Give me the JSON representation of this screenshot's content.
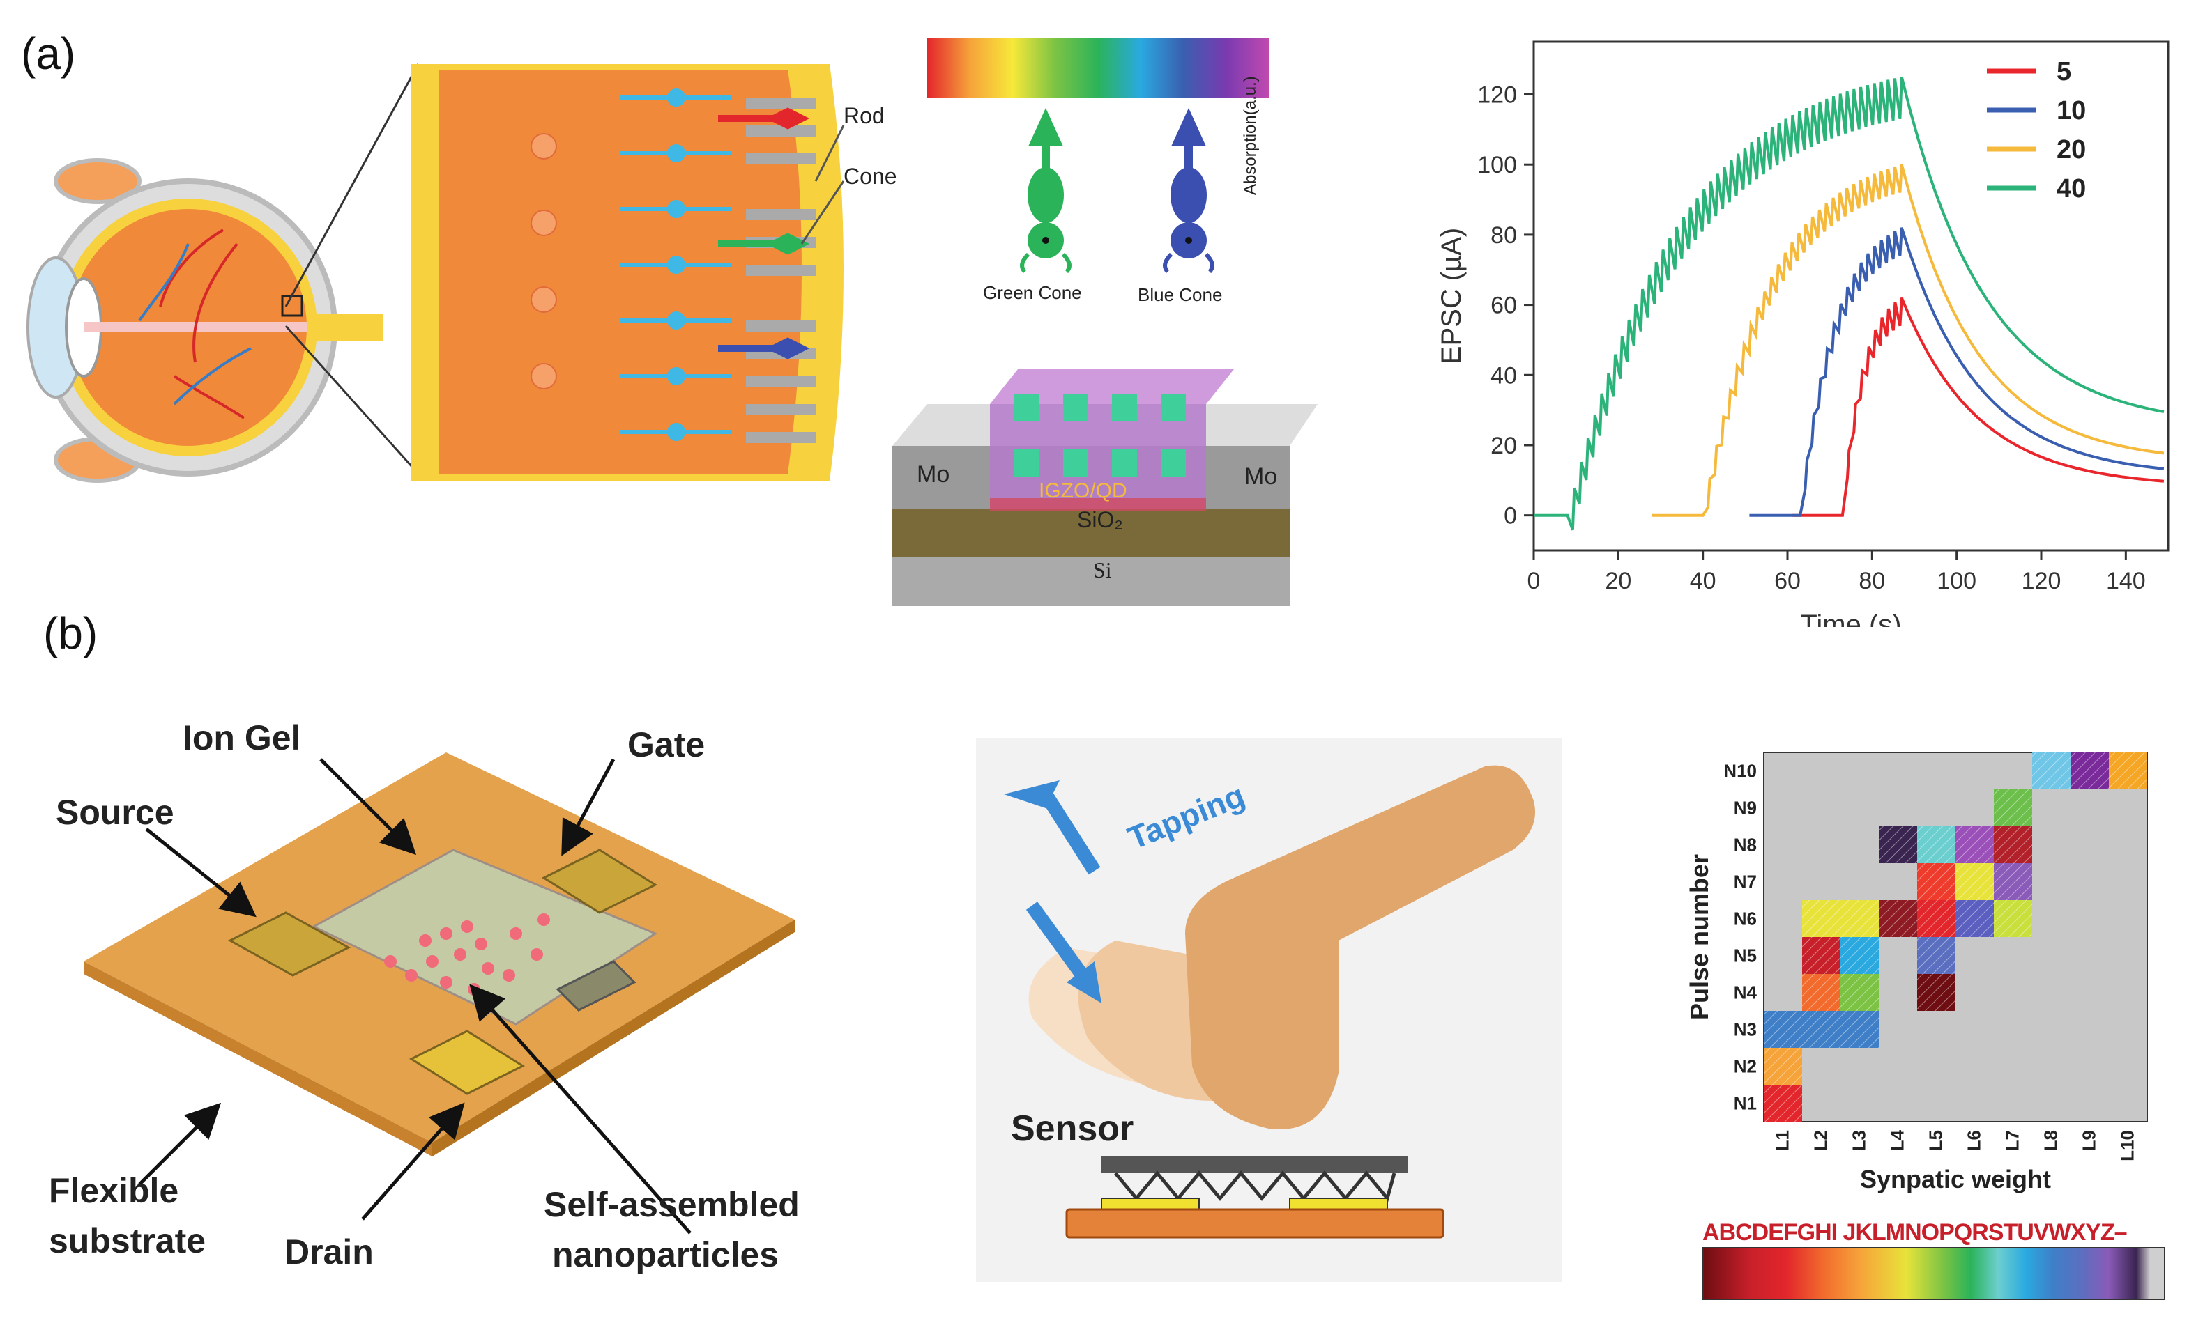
{
  "panels": {
    "a": "(a)",
    "b": "(b)"
  },
  "eye": {
    "rod": "Rod",
    "cone": "Cone"
  },
  "cones": {
    "green": "Green Cone",
    "blue": "Blue Cone",
    "absorption": "Absorption(a.u.)"
  },
  "device_a": {
    "mo_left": "Mo",
    "mo_right": "Mo",
    "channel": "IGZO/QD",
    "oxide": "SiO₂",
    "substrate": "Si"
  },
  "chart_data": [
    {
      "type": "line",
      "xlabel": "Time (s)",
      "ylabel": "EPSC (µA)",
      "xlim": [
        0,
        150
      ],
      "ylim": [
        -10,
        135
      ],
      "xticks": [
        0,
        20,
        40,
        60,
        80,
        100,
        120,
        140
      ],
      "yticks": [
        0,
        20,
        40,
        60,
        80,
        100,
        120
      ],
      "legend_position": "top-right",
      "series": [
        {
          "name": "5",
          "color": "#e8262c",
          "start": 73,
          "peak_time": 87,
          "peak": 62,
          "rise_end": 20,
          "tail": 8,
          "tau": 18
        },
        {
          "name": "10",
          "color": "#3a5fb0",
          "start": 63,
          "peak_time": 87,
          "peak": 82,
          "rise_end": 25,
          "tail": 11,
          "tau": 18
        },
        {
          "name": "20",
          "color": "#f5b93c",
          "start": 40,
          "peak_time": 87,
          "peak": 100,
          "rise_end": 40,
          "tail": 15,
          "tau": 18
        },
        {
          "name": "40",
          "color": "#2bb37a",
          "start": 8,
          "peak_time": 87,
          "peak": 125,
          "rise_end": 108,
          "tail": 25,
          "tau": 20
        }
      ]
    },
    {
      "type": "heatmap",
      "xlabel": "Synpatic weight",
      "ylabel": "Pulse number",
      "xticks": [
        "L1",
        "L2",
        "L3",
        "L4",
        "L5",
        "L6",
        "L7",
        "L8",
        "L9",
        "L10"
      ],
      "yticks": [
        "N1",
        "N2",
        "N3",
        "N4",
        "N5",
        "N6",
        "N7",
        "N8",
        "N9",
        "N10"
      ],
      "letters": "ABCDEFGHI JKLMNOPQRSTUVWXYZ–",
      "cells": [
        {
          "c": 1,
          "r": 1,
          "color": "#e3262c"
        },
        {
          "c": 1,
          "r": 2,
          "color": "#f6a33a"
        },
        {
          "c": 1,
          "r": 3,
          "color": "#3f7fc8"
        },
        {
          "c": 2,
          "r": 3,
          "color": "#3f7fc8"
        },
        {
          "c": 3,
          "r": 3,
          "color": "#3f7fc8"
        },
        {
          "c": 2,
          "r": 4,
          "color": "#f26b2d"
        },
        {
          "c": 3,
          "r": 4,
          "color": "#7cc344"
        },
        {
          "c": 2,
          "r": 5,
          "color": "#c8202a"
        },
        {
          "c": 3,
          "r": 5,
          "color": "#2aa9e0"
        },
        {
          "c": 5,
          "r": 4,
          "color": "#6e0d12"
        },
        {
          "c": 5,
          "r": 5,
          "color": "#5b6fc0"
        },
        {
          "c": 2,
          "r": 6,
          "color": "#e8e33a"
        },
        {
          "c": 3,
          "r": 6,
          "color": "#e8e33a"
        },
        {
          "c": 4,
          "r": 6,
          "color": "#8e1b24"
        },
        {
          "c": 5,
          "r": 6,
          "color": "#e3262c"
        },
        {
          "c": 6,
          "r": 6,
          "color": "#5b5fc0"
        },
        {
          "c": 7,
          "r": 6,
          "color": "#c8df3c"
        },
        {
          "c": 5,
          "r": 7,
          "color": "#ee3b2c"
        },
        {
          "c": 6,
          "r": 7,
          "color": "#e8e33a"
        },
        {
          "c": 7,
          "r": 7,
          "color": "#8a5bb8"
        },
        {
          "c": 4,
          "r": 8,
          "color": "#3a2450"
        },
        {
          "c": 5,
          "r": 8,
          "color": "#6ccfcf"
        },
        {
          "c": 6,
          "r": 8,
          "color": "#9b4fb8"
        },
        {
          "c": 7,
          "r": 8,
          "color": "#b2202a"
        },
        {
          "c": 7,
          "r": 9,
          "color": "#6cbf4a"
        },
        {
          "c": 8,
          "r": 10,
          "color": "#6fc6e6"
        },
        {
          "c": 9,
          "r": 10,
          "color": "#7a2a9a"
        },
        {
          "c": 10,
          "r": 10,
          "color": "#f4a624"
        }
      ]
    }
  ],
  "device_b": {
    "ion_gel": "Ion Gel",
    "gate": "Gate",
    "source": "Source",
    "flexible": "Flexible",
    "substrate": "substrate",
    "drain": "Drain",
    "self_assembled": "Self-assembled",
    "nanoparticles": "nanoparticles"
  },
  "tapping": {
    "tapping": "Tapping",
    "sensor": "Sensor"
  },
  "colors": {
    "retina_orange": "#f08a3a",
    "retina_yellow": "#f7d23e",
    "skin": "#e0a66b"
  }
}
